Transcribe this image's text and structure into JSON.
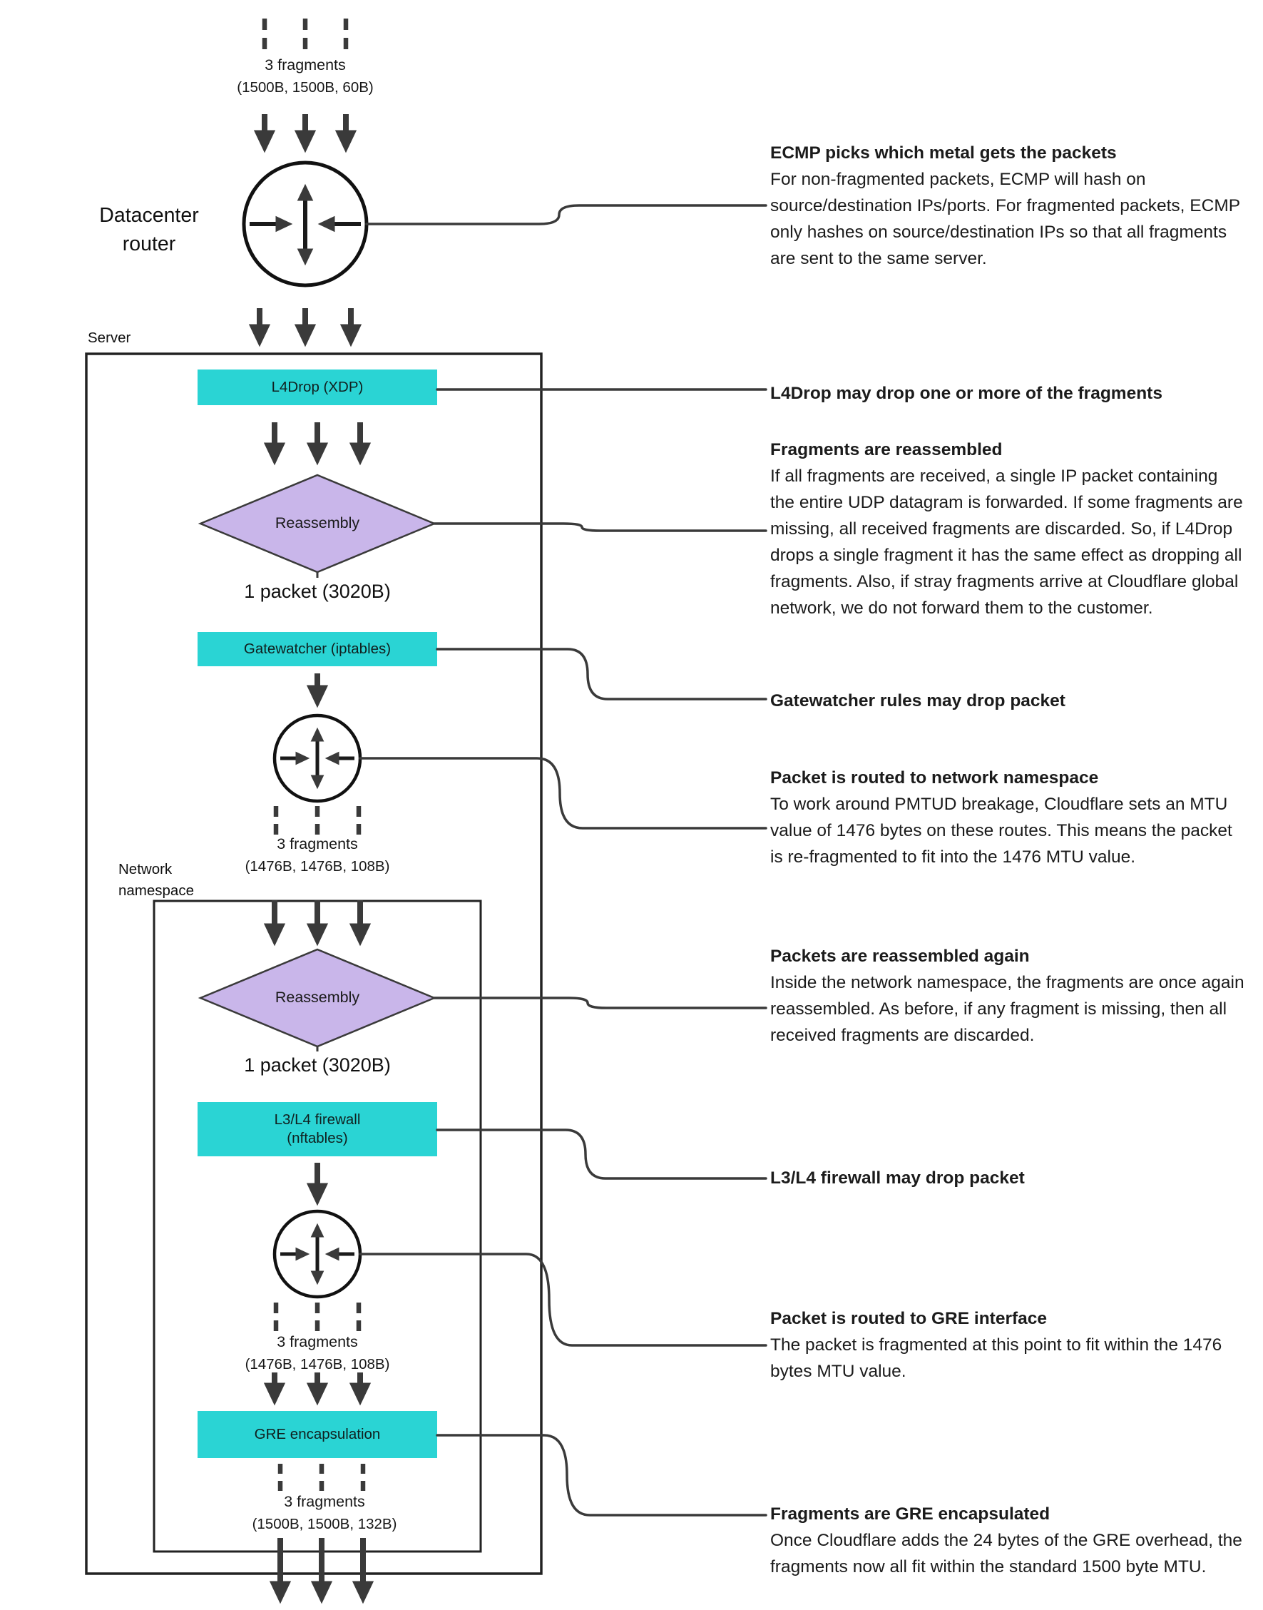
{
  "colors": {
    "cyan": "#2ad4d4",
    "purple": "#c9b6ea",
    "line": "#3a3a3a"
  },
  "labels": {
    "datacenter_router_line1": "Datacenter",
    "datacenter_router_line2": "router",
    "server": "Server",
    "network_namespace_line1": "Network",
    "network_namespace_line2": "namespace"
  },
  "nodes": {
    "l4drop": "L4Drop (XDP)",
    "reassembly1": "Reassembly",
    "packet1": "1 packet (3020B)",
    "gatewatcher": "Gatewatcher (iptables)",
    "reassembly2": "Reassembly",
    "packet2": "1 packet (3020B)",
    "firewall_line1": "L3/L4 firewall",
    "firewall_line2": "(nftables)",
    "gre": "GRE encapsulation"
  },
  "fragments": {
    "f1": {
      "label": "3 fragments",
      "sizes": "(1500B, 1500B, 60B)"
    },
    "f2": {
      "label": "3 fragments",
      "sizes": "(1476B, 1476B, 108B)"
    },
    "f3": {
      "label": "3 fragments",
      "sizes": "(1476B, 1476B, 108B)"
    },
    "f4": {
      "label": "3 fragments",
      "sizes": "(1500B, 1500B, 132B)"
    }
  },
  "annotations": [
    {
      "title": "ECMP picks which metal gets the packets",
      "body": "For non-fragmented packets, ECMP will hash on source/destination IPs/ports. For fragmented packets, ECMP only hashes on source/destination IPs so that all fragments are sent to the same server."
    },
    {
      "title": "L4Drop may drop one or more of the fragments",
      "body": ""
    },
    {
      "title": "Fragments are reassembled",
      "body": "If all fragments are received, a single IP packet containing the entire UDP datagram is forwarded. If some fragments are missing, all received fragments are discarded. So, if L4Drop drops a single fragment it has the same effect as dropping all fragments. Also, if stray fragments arrive at Cloudflare global network, we do not forward them to the customer."
    },
    {
      "title": "Gatewatcher rules may drop packet",
      "body": ""
    },
    {
      "title": "Packet is routed to network namespace",
      "body": "To work around PMTUD breakage, Cloudflare sets an MTU value of 1476 bytes on these routes. This means the packet is re-fragmented to fit into the 1476 MTU value."
    },
    {
      "title": "Packets are reassembled again",
      "body": "Inside the network namespace, the fragments are once again reassembled. As before, if any fragment is missing, then all received fragments are discarded."
    },
    {
      "title": "L3/L4 firewall may drop packet",
      "body": ""
    },
    {
      "title": "Packet is routed to GRE interface",
      "body": "The packet is fragmented at this point to fit within the 1476 bytes MTU value."
    },
    {
      "title": "Fragments are GRE encapsulated",
      "body": "Once Cloudflare adds the 24 bytes of the GRE overhead, the fragments now all fit within the standard 1500 byte MTU."
    }
  ]
}
